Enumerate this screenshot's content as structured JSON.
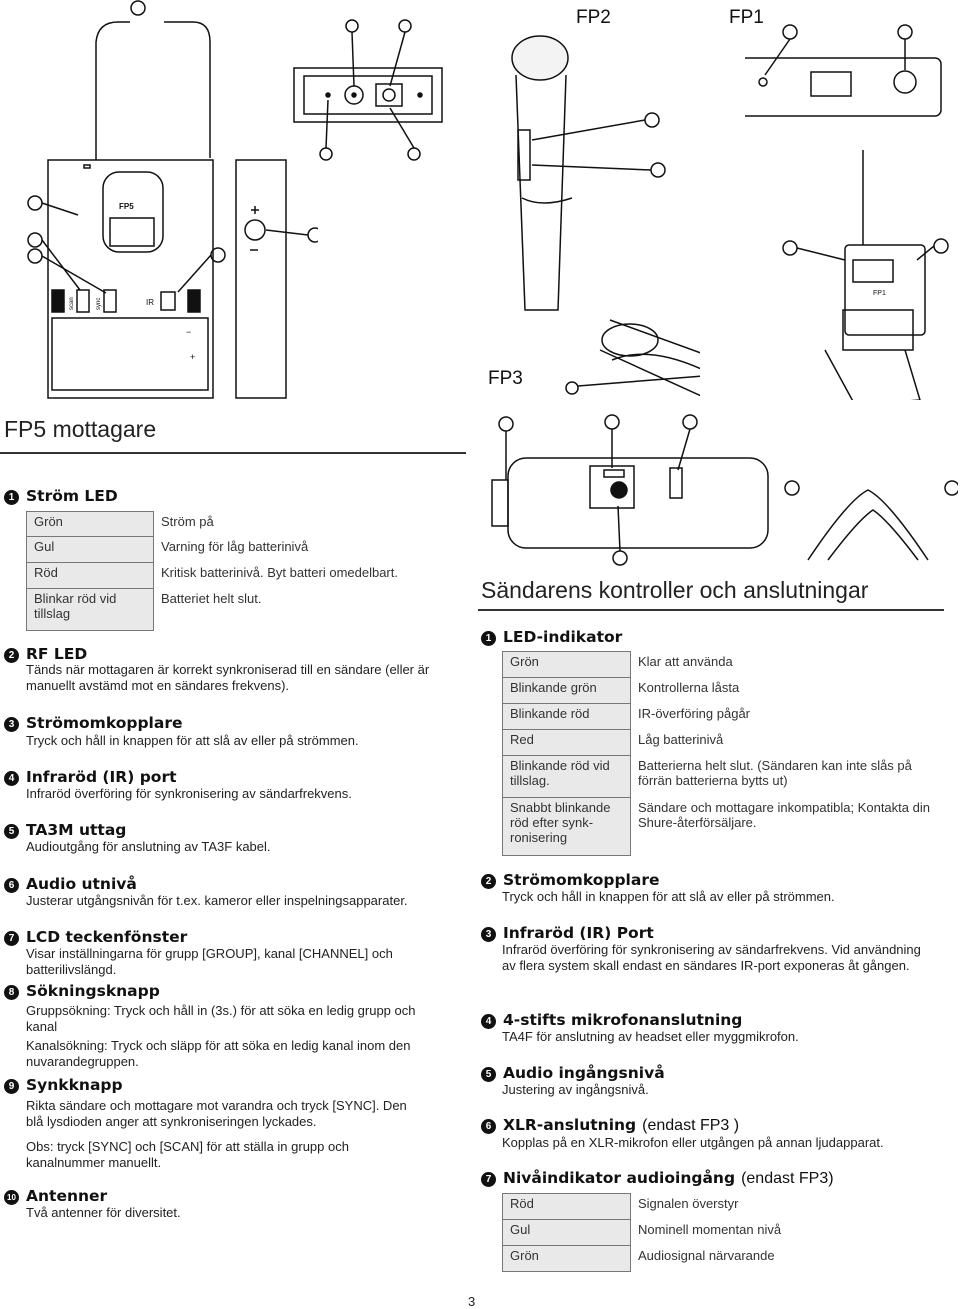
{
  "figures": {
    "fp2_label": "FP2",
    "fp1_label": "FP1",
    "fp3_label": "FP3",
    "fp5_markings": {
      "scan": "scan",
      "sync": "sync",
      "ir": "IR",
      "model": "FP5",
      "plus": "+",
      "minus": "−"
    },
    "fp1_model": "FP1"
  },
  "left": {
    "title": "FP5 mottagare",
    "s1": {
      "num": "1",
      "title": "Ström LED",
      "rows": [
        [
          "Grön",
          "Ström på"
        ],
        [
          "Gul",
          "Varning för låg batterinivå"
        ],
        [
          "Röd",
          "Kritisk batterinivå. Byt batteri omedelbart."
        ],
        [
          "Blinkar röd vid tillslag",
          "Batteriet helt slut."
        ]
      ]
    },
    "s2": {
      "num": "2",
      "title": "RF LED",
      "text": "Tänds när mottagaren är korrekt synkroniserad till en sändare (eller är manuellt avstämd mot en sändares frekvens)."
    },
    "s3": {
      "num": "3",
      "title": "Strömomkopplare",
      "text": "Tryck och håll in knappen för att slå av eller på strömmen."
    },
    "s4": {
      "num": "4",
      "title": "Infraröd (IR) port",
      "text": "Infraröd överföring för synkronisering av sändarfrekvens."
    },
    "s5": {
      "num": "5",
      "title": "TA3M uttag",
      "text": "Audioutgång för anslutning av TA3F kabel."
    },
    "s6": {
      "num": "6",
      "title": "Audio utnivå",
      "text": "Justerar utgångsnivån för t.ex. kameror eller inspelningsapparater."
    },
    "s7": {
      "num": "7",
      "title": "LCD teckenfönster",
      "text": "Visar inställningarna för grupp [GROUP], kanal [CHANNEL] och batterilivslängd."
    },
    "s8": {
      "num": "8",
      "title": "Sökningsknapp",
      "text1": "Gruppsökning: Tryck och håll in (3s.) för att söka en ledig grupp och kanal",
      "text2": "Kanalsökning: Tryck och släpp för att söka en ledig kanal inom den nuvarandegruppen."
    },
    "s9": {
      "num": "9",
      "title": "Synkknapp",
      "text1": "Rikta sändare och mottagare mot varandra och tryck [SYNC]. Den blå lysdioden anger att synkroniseringen lyckades.",
      "text2": "Obs: tryck [SYNC] och [SCAN] för att ställa in grupp och kanalnummer manuellt."
    },
    "s10": {
      "num": "10",
      "title": "Antenner",
      "text": "Två antenner för diversitet."
    }
  },
  "right": {
    "title": "Sändarens kontroller och anslutningar",
    "s1": {
      "num": "1",
      "title": "LED-indikator",
      "rows": [
        [
          "Grön",
          "Klar att använda"
        ],
        [
          "Blinkande grön",
          "Kontrollerna låsta"
        ],
        [
          "Blinkande röd",
          "IR-överföring pågår"
        ],
        [
          "Red",
          "Låg batterinivå"
        ],
        [
          "Blinkande röd vid tillslag.",
          "Batterierna helt slut. (Sändaren kan inte slås på förrän batterierna bytts ut)"
        ],
        [
          "Snabbt blinkande röd efter synk-ronisering",
          "Sändare och mottagare inkompatibla; Kontakta din Shure-återförsäljare."
        ]
      ]
    },
    "s2": {
      "num": "2",
      "title": "Strömomkopplare",
      "text": "Tryck och håll in knappen för att slå av eller på strömmen."
    },
    "s3": {
      "num": "3",
      "title": "Infraröd (IR) Port",
      "text": "Infraröd överföring för synkronisering av sändarfrekvens. Vid användning av flera system skall endast en sändares IR-port exponeras åt gången."
    },
    "s4": {
      "num": "4",
      "title": "4-stifts mikrofonanslutning",
      "text": "TA4F för anslutning av headset eller myggmikrofon."
    },
    "s5": {
      "num": "5",
      "title": "Audio ingångsnivå",
      "text": "Justering av ingångsnivå."
    },
    "s6": {
      "num": "6",
      "title": "XLR-anslutning",
      "extra": "(endast FP3 )",
      "text": "Kopplas på en XLR-mikrofon eller utgången på annan ljudapparat."
    },
    "s7": {
      "num": "7",
      "title": "Nivåindikator audioingång",
      "extra": "(endast FP3)",
      "rows": [
        [
          "Röd",
          "Signalen överstyr"
        ],
        [
          "Gul",
          "Nominell momentan nivå"
        ],
        [
          "Grön",
          "Audiosignal närvarande"
        ]
      ]
    }
  },
  "page_number": "3"
}
